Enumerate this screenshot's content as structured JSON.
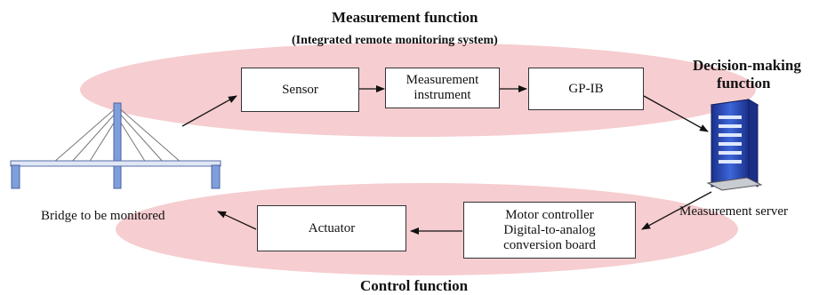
{
  "header": {
    "title": "Measurement function",
    "subtitle": "(Integrated remote monitoring system)"
  },
  "decision": {
    "line1": "Decision-making",
    "line2": "function"
  },
  "measurement_chain": {
    "sensor": "Sensor",
    "instrument_line1": "Measurement",
    "instrument_line2": "instrument",
    "gpib": "GP-IB"
  },
  "server": {
    "label": "Measurement server"
  },
  "control_chain": {
    "motor_line1": "Motor controller",
    "motor_line2": "Digital-to-analog",
    "motor_line3": "conversion board",
    "actuator": "Actuator"
  },
  "bridge": {
    "label": "Bridge to be monitored"
  },
  "footer": {
    "title": "Control function"
  },
  "colors": {
    "ellipse_fill": "#f6cdd0",
    "server_blue": "#2f55c8",
    "bridge_blue": "#7f9fdc"
  }
}
